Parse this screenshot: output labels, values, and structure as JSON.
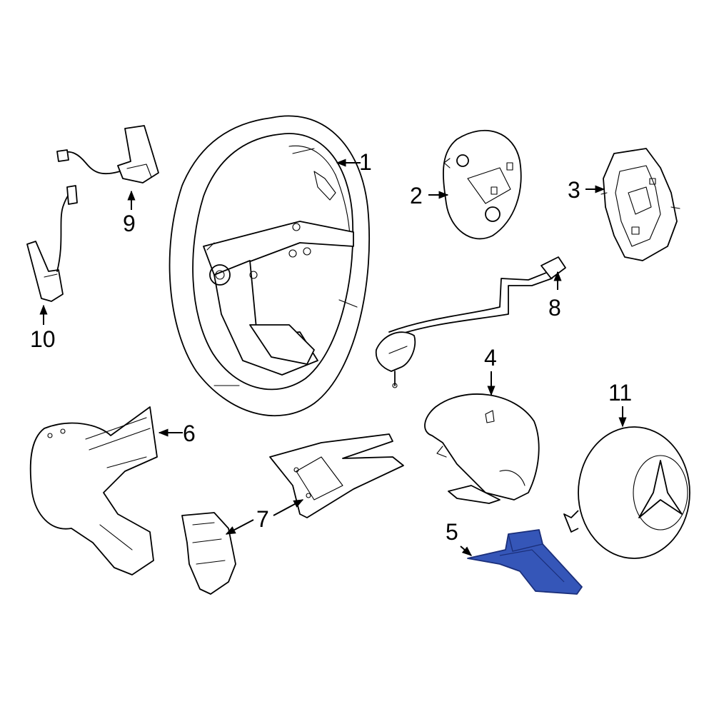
{
  "colors": {
    "line": "#000000",
    "background": "#ffffff",
    "highlight_fill": "#3556b8",
    "highlight_stroke": "#1b2f7a"
  },
  "highlighted_part": "5",
  "callouts": {
    "c1": "1",
    "c2": "2",
    "c3": "3",
    "c4": "4",
    "c5": "5",
    "c6": "6",
    "c7": "7",
    "c8": "8",
    "c9": "9",
    "c10": "10",
    "c11": "11"
  },
  "parts": [
    {
      "callout": "1",
      "icon": "steering-wheel-icon"
    },
    {
      "callout": "2",
      "icon": "backing-plate-icon"
    },
    {
      "callout": "3",
      "icon": "control-module-icon"
    },
    {
      "callout": "4",
      "icon": "lower-cover-icon"
    },
    {
      "callout": "5",
      "icon": "trim-panel-icon"
    },
    {
      "callout": "6",
      "icon": "rear-cover-icon"
    },
    {
      "callout": "7",
      "icon": "switch-housing-icon"
    },
    {
      "callout": "8",
      "icon": "wire-harness-icon"
    },
    {
      "callout": "9",
      "icon": "sensor-harness-icon"
    },
    {
      "callout": "10",
      "icon": "shift-paddle-icon"
    },
    {
      "callout": "11",
      "icon": "airbag-icon"
    }
  ]
}
